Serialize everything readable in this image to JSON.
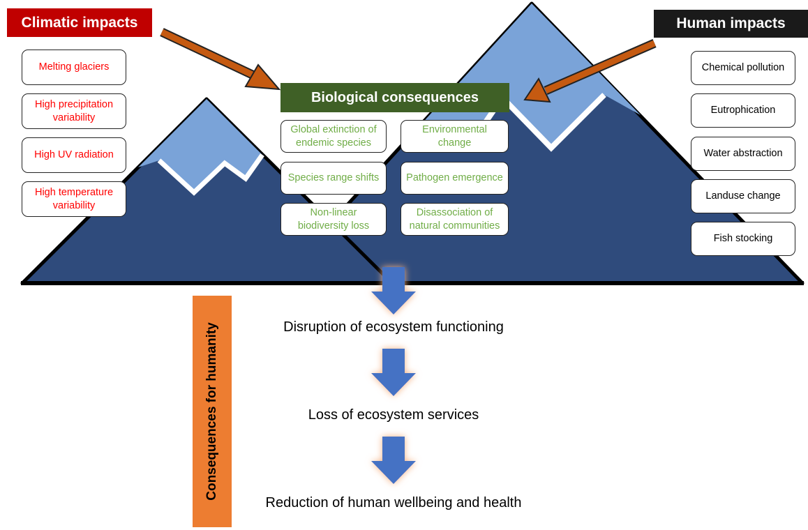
{
  "headers": {
    "climatic": "Climatic impacts",
    "human": "Human impacts",
    "biological": "Biological consequences"
  },
  "climatic_items": [
    "Melting glaciers",
    "High precipitation variability",
    "High UV radiation",
    "High temperature variability"
  ],
  "human_items": [
    "Chemical pollution",
    "Eutrophication",
    "Water abstraction",
    "Landuse change",
    "Fish stocking"
  ],
  "biological_items": [
    "Global extinction of endemic species",
    "Environmental change",
    "Species range shifts",
    "Pathogen emergence",
    "Non-linear biodiversity loss",
    "Disassociation of natural communities"
  ],
  "humanity": {
    "side_label": "Consequences for humanity",
    "steps": [
      "Disruption of ecosystem functioning",
      "Loss of ecosystem services",
      "Reduction of human wellbeing and health"
    ]
  },
  "colors": {
    "climatic": "#c00000",
    "human": "#1a1a1a",
    "biological_header": "#3f6026",
    "biological_text": "#70ad47",
    "side_bar": "#ed7d31",
    "mountain_dark": "#2f4b7c",
    "mountain_snow": "#7aa3d8",
    "impact_arrow": "#c55a11",
    "flow_arrow": "#4472c4"
  }
}
